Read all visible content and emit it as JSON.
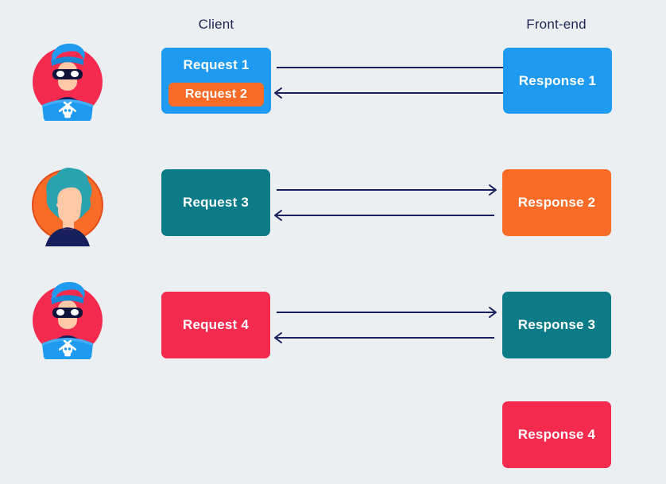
{
  "diagram": {
    "background_color": "#ebeff2",
    "title_color": "#1b2452",
    "arrow_color": "#17205c",
    "columns": {
      "client_label": "Client",
      "frontend_label": "Front-end"
    },
    "palette": {
      "blue": "#1e9bf0",
      "orange": "#f96b26",
      "teal": "#0b7c87",
      "red": "#f42b4e",
      "navy": "#17205c",
      "skin": "#ffc9a8",
      "white": "#ffffff"
    },
    "avatars": [
      {
        "name": "hacker-avatar-1",
        "kind": "hacker",
        "circle_color": "#f42b4e",
        "hair_color": "#1e9bf0",
        "laptop_color": "#1e9bf0",
        "icon": "skull-crossbones-icon"
      },
      {
        "name": "user-avatar",
        "kind": "user",
        "circle_color": "#f96b26",
        "hair_color": "#2aa3b0",
        "shirt_color": "#17205c",
        "icon": "person-icon"
      },
      {
        "name": "hacker-avatar-2",
        "kind": "hacker",
        "circle_color": "#f42b4e",
        "hair_color": "#1e9bf0",
        "laptop_color": "#1e9bf0",
        "icon": "skull-crossbones-icon"
      }
    ],
    "rows": [
      {
        "name": "row-1",
        "request": {
          "label": "Request 1",
          "color": "#1e9bf0",
          "nested": {
            "label": "Request 2",
            "color": "#f96b26"
          }
        },
        "response": {
          "label": "Response 1",
          "color": "#1e9bf0"
        },
        "arrows": {
          "forward": "request-to-frontend",
          "backward": "frontend-to-client"
        }
      },
      {
        "name": "row-2",
        "request": {
          "label": "Request 3",
          "color": "#0b7c87",
          "nested": null
        },
        "response": {
          "label": "Response 2",
          "color": "#f96b26"
        },
        "arrows": {
          "forward": "request-to-frontend",
          "backward": "frontend-to-client"
        }
      },
      {
        "name": "row-3",
        "request": {
          "label": "Request 4",
          "color": "#f42b4e",
          "nested": null
        },
        "response": {
          "label": "Response 3",
          "color": "#0b7c87"
        },
        "arrows": {
          "forward": "request-to-frontend",
          "backward": "frontend-to-client"
        }
      },
      {
        "name": "row-4",
        "request": null,
        "response": {
          "label": "Response 4",
          "color": "#f42b4e"
        },
        "arrows": null
      }
    ]
  }
}
